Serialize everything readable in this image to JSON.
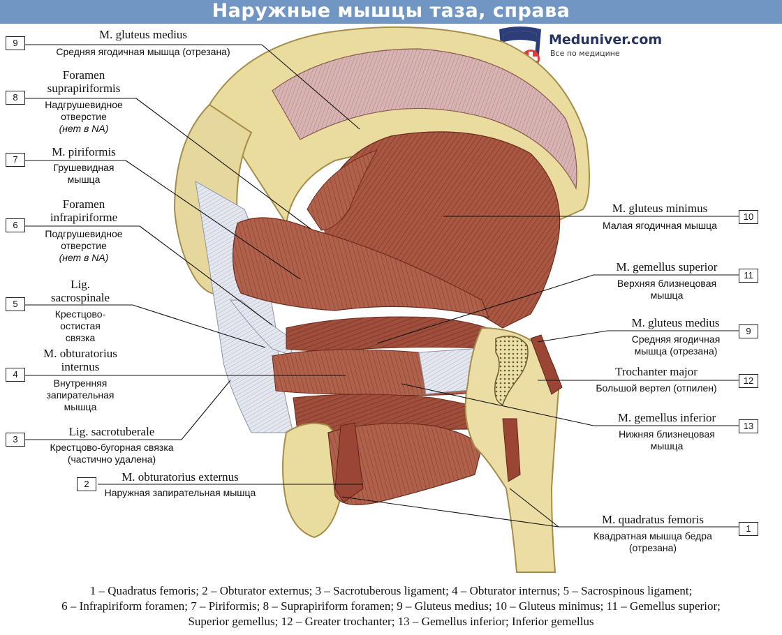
{
  "title": "Наружные мышцы таза, справа",
  "logo": {
    "name": "Meduniver.com",
    "tagline": "Все по медицине"
  },
  "labels": [
    {
      "num": "9",
      "latin": "M. gluteus medius",
      "russian": "Средняя ягодичная мышца (отрезана)"
    },
    {
      "num": "8",
      "latin": "Foramen suprapiriformis",
      "russian": "Надгрушевидное отверстие",
      "note": "(нет в NA)"
    },
    {
      "num": "7",
      "latin": "M. piriformis",
      "russian": "Грушевидная мышца"
    },
    {
      "num": "6",
      "latin": "Foramen infrapiriforme",
      "russian": "Подгрушевидное отверстие",
      "note": "(нет в NA)"
    },
    {
      "num": "5",
      "latin": "Lig. sacrospinale",
      "russian": "Крестцово-остистая связка"
    },
    {
      "num": "4",
      "latin": "M. obturatorius internus",
      "russian": "Внутренняя запирательная мышца"
    },
    {
      "num": "3",
      "latin": "Lig. sacrotuberale",
      "russian": "Крестцово-бугорная связка (частично удалена)"
    },
    {
      "num": "2",
      "latin": "M. obturatorius externus",
      "russian": "Наружная запирательная мышца"
    },
    {
      "num": "10",
      "latin": "M. gluteus minimus",
      "russian": "Малая ягодичная мышца"
    },
    {
      "num": "11",
      "latin": "M. gemellus superior",
      "russian": "Верхняя близнецовая мышца"
    },
    {
      "num": "9",
      "latin": "M. gluteus medius",
      "russian": "Средняя ягодичная мышца (отрезана)"
    },
    {
      "num": "12",
      "latin": "Trochanter major",
      "russian": "Большой вертел (отпилен)"
    },
    {
      "num": "13",
      "latin": "M. gemellus inferior",
      "russian": "Нижняя близнецовая мышца"
    },
    {
      "num": "1",
      "latin": "M. quadratus femoris",
      "russian": "Квадратная мышца бедра (отрезана)"
    }
  ],
  "caption": [
    "1 – Quadratus femoris; 2 – Obturator externus; 3 – Sacrotuberous ligament; 4 – Obturator internus; 5 – Sacrospinous ligament;",
    "6 – Infrapiriform foramen; 7 – Piriformis; 8 – Suprapiriform foramen; 9 – Gluteus medius; 10 – Gluteus minimus; 11 – Gemellus superior;",
    "Superior gemellus; 12 – Greater trochanter; 13 – Gemellus inferior; Inferior gemellus"
  ],
  "colors": {
    "title_bar": "#7196c4",
    "bone": "#e9dc9f",
    "muscle": "#a4533f",
    "ligament": "#dfe3ea"
  }
}
